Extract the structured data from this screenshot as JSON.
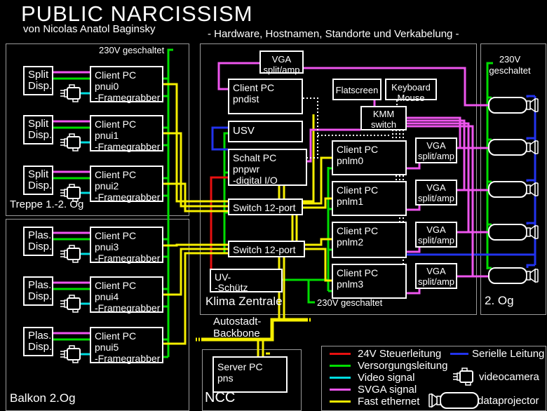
{
  "header": {
    "title": "PUBLIC NARCISSISM",
    "subtitle": "von Nicolas Anatol Baginsky",
    "caption": "- Hardware, Hostnamen, Standorte und Verkabelung -"
  },
  "left_top_panel": {
    "label": "Treppe 1.-2. Og",
    "power_label": "230V geschaltet",
    "rows": [
      {
        "display": [
          "Split",
          "Disp."
        ],
        "pc": [
          "Client PC",
          "pnui0",
          "-Framegrabber"
        ]
      },
      {
        "display": [
          "Split",
          "Disp."
        ],
        "pc": [
          "Client PC",
          "pnui1",
          "-Framegrabber"
        ]
      },
      {
        "display": [
          "Split",
          "Disp."
        ],
        "pc": [
          "Client PC",
          "pnui2",
          "-Framegrabber"
        ]
      }
    ]
  },
  "left_bottom_panel": {
    "label": "Balkon 2.Og",
    "rows": [
      {
        "display": [
          "Plas.",
          "Disp."
        ],
        "pc": [
          "Client PC",
          "pnui3",
          "-Framegrabber"
        ]
      },
      {
        "display": [
          "Plas.",
          "Disp."
        ],
        "pc": [
          "Client PC",
          "pnui4",
          "-Framegrabber"
        ]
      },
      {
        "display": [
          "Plas.",
          "Disp."
        ],
        "pc": [
          "Client PC",
          "pnui5",
          "-Framegrabber"
        ]
      }
    ]
  },
  "middle_panel": {
    "label": "Klima Zentrale",
    "power_label": "230V geschaltet",
    "backbone_label": [
      "Autostadt-",
      "Backbone"
    ],
    "vga_top": [
      "VGA",
      "split/amp"
    ],
    "pndist": [
      "Client PC",
      "pndist"
    ],
    "usv": "USV",
    "pnpwr": [
      "Schalt PC",
      "pnpwr",
      "-digital I/O"
    ],
    "switch1": "Switch 12-port",
    "switch2": "Switch 12-port",
    "uv": [
      "UV-",
      "-Schütz"
    ],
    "flatscreen": "Flatscreen",
    "keyboard": [
      "Keyboard",
      "Mouse"
    ],
    "kmm": [
      "KMM",
      "switch"
    ],
    "pnlm": [
      [
        "Client PC",
        "pnlm0"
      ],
      [
        "Client PC",
        "pnlm1"
      ],
      [
        "Client PC",
        "pnlm2"
      ],
      [
        "Client PC",
        "pnlm3"
      ]
    ],
    "vga": [
      [
        "VGA",
        "split/amp"
      ],
      [
        "VGA",
        "split/amp"
      ],
      [
        "VGA",
        "split/amp"
      ],
      [
        "VGA",
        "split/amp"
      ]
    ]
  },
  "right_panel": {
    "label": "2. Og",
    "power_label": [
      "230V",
      "geschaltet"
    ]
  },
  "ncc_panel": {
    "label": "NCC",
    "server": [
      "Server PC",
      "pns"
    ]
  },
  "legend": {
    "wire_types": [
      {
        "label": "24V Steuerleitung",
        "color": "#e81010"
      },
      {
        "label": "Versorgungsleitung",
        "color": "#00dd00"
      },
      {
        "label": "Video signal",
        "color": "#00dde0"
      },
      {
        "label": "SVGA signal",
        "color": "#ee55ee"
      },
      {
        "label": "Fast ethernet",
        "color": "#f6ef00"
      },
      {
        "label": "Serielle Leitung",
        "color": "#2233ee"
      }
    ],
    "device_icons": [
      {
        "label": "videocamera"
      },
      {
        "label": "dataprojector"
      }
    ]
  }
}
